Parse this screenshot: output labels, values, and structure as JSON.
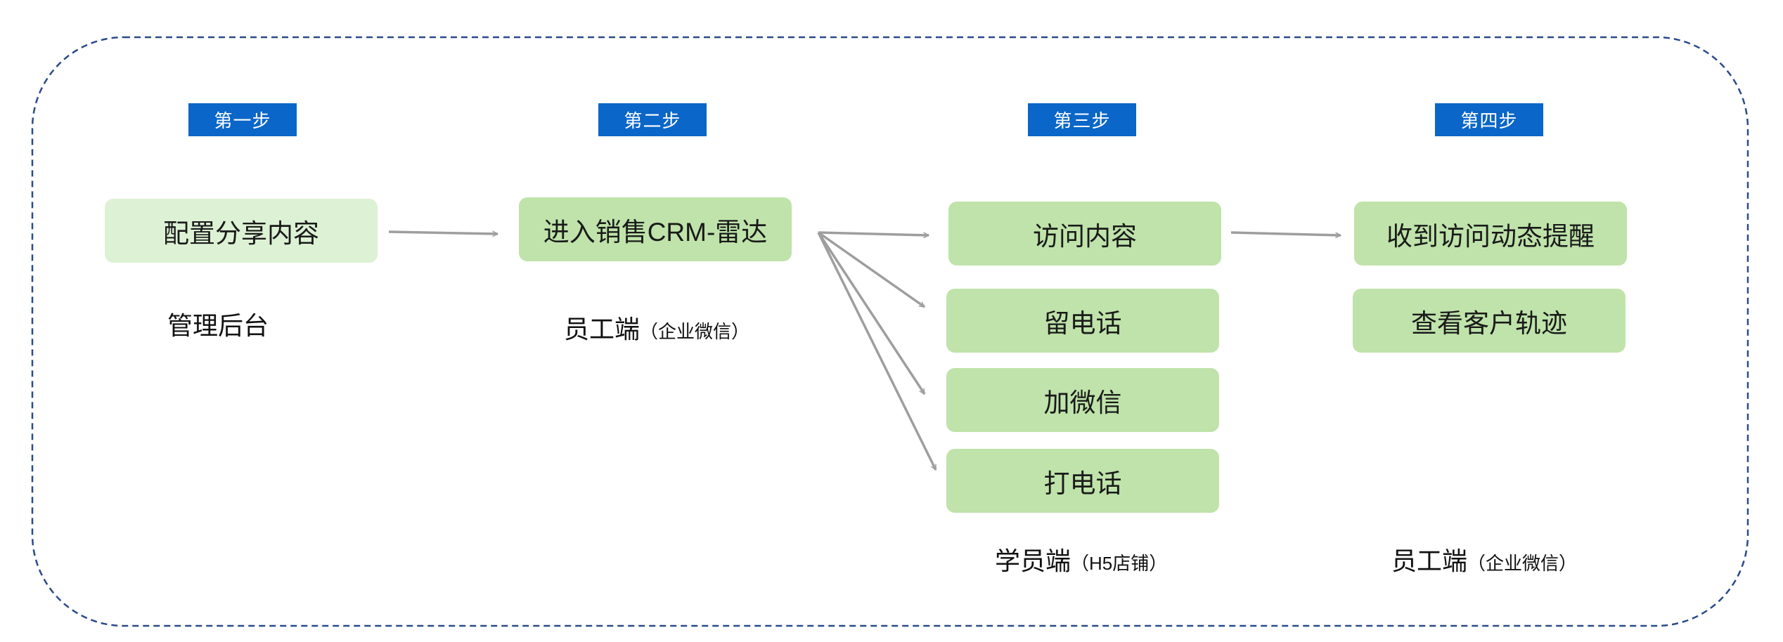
{
  "colors": {
    "frame_border": "#2b4a8c",
    "step_bg": "#0a66c8",
    "node_light": "#ddf1d4",
    "node_green": "#bfe3aa",
    "arrow": "#9e9e9e"
  },
  "steps": [
    {
      "label": "第一步"
    },
    {
      "label": "第二步"
    },
    {
      "label": "第三步"
    },
    {
      "label": "第四步"
    }
  ],
  "nodes": {
    "config_share": "配置分享内容",
    "enter_crm": "进入销售CRM-雷达",
    "visit_content": "访问内容",
    "leave_phone": "留电话",
    "add_wechat": "加微信",
    "call_phone": "打电话",
    "receive_alert": "收到访问动态提醒",
    "view_track": "查看客户轨迹"
  },
  "platforms": [
    {
      "main": "管理后台"
    },
    {
      "main": "员工端",
      "sub": "（企业微信）"
    },
    {
      "main": "学员端",
      "sub": "（H5店铺）"
    },
    {
      "main": "员工端",
      "sub": "（企业微信）"
    }
  ]
}
